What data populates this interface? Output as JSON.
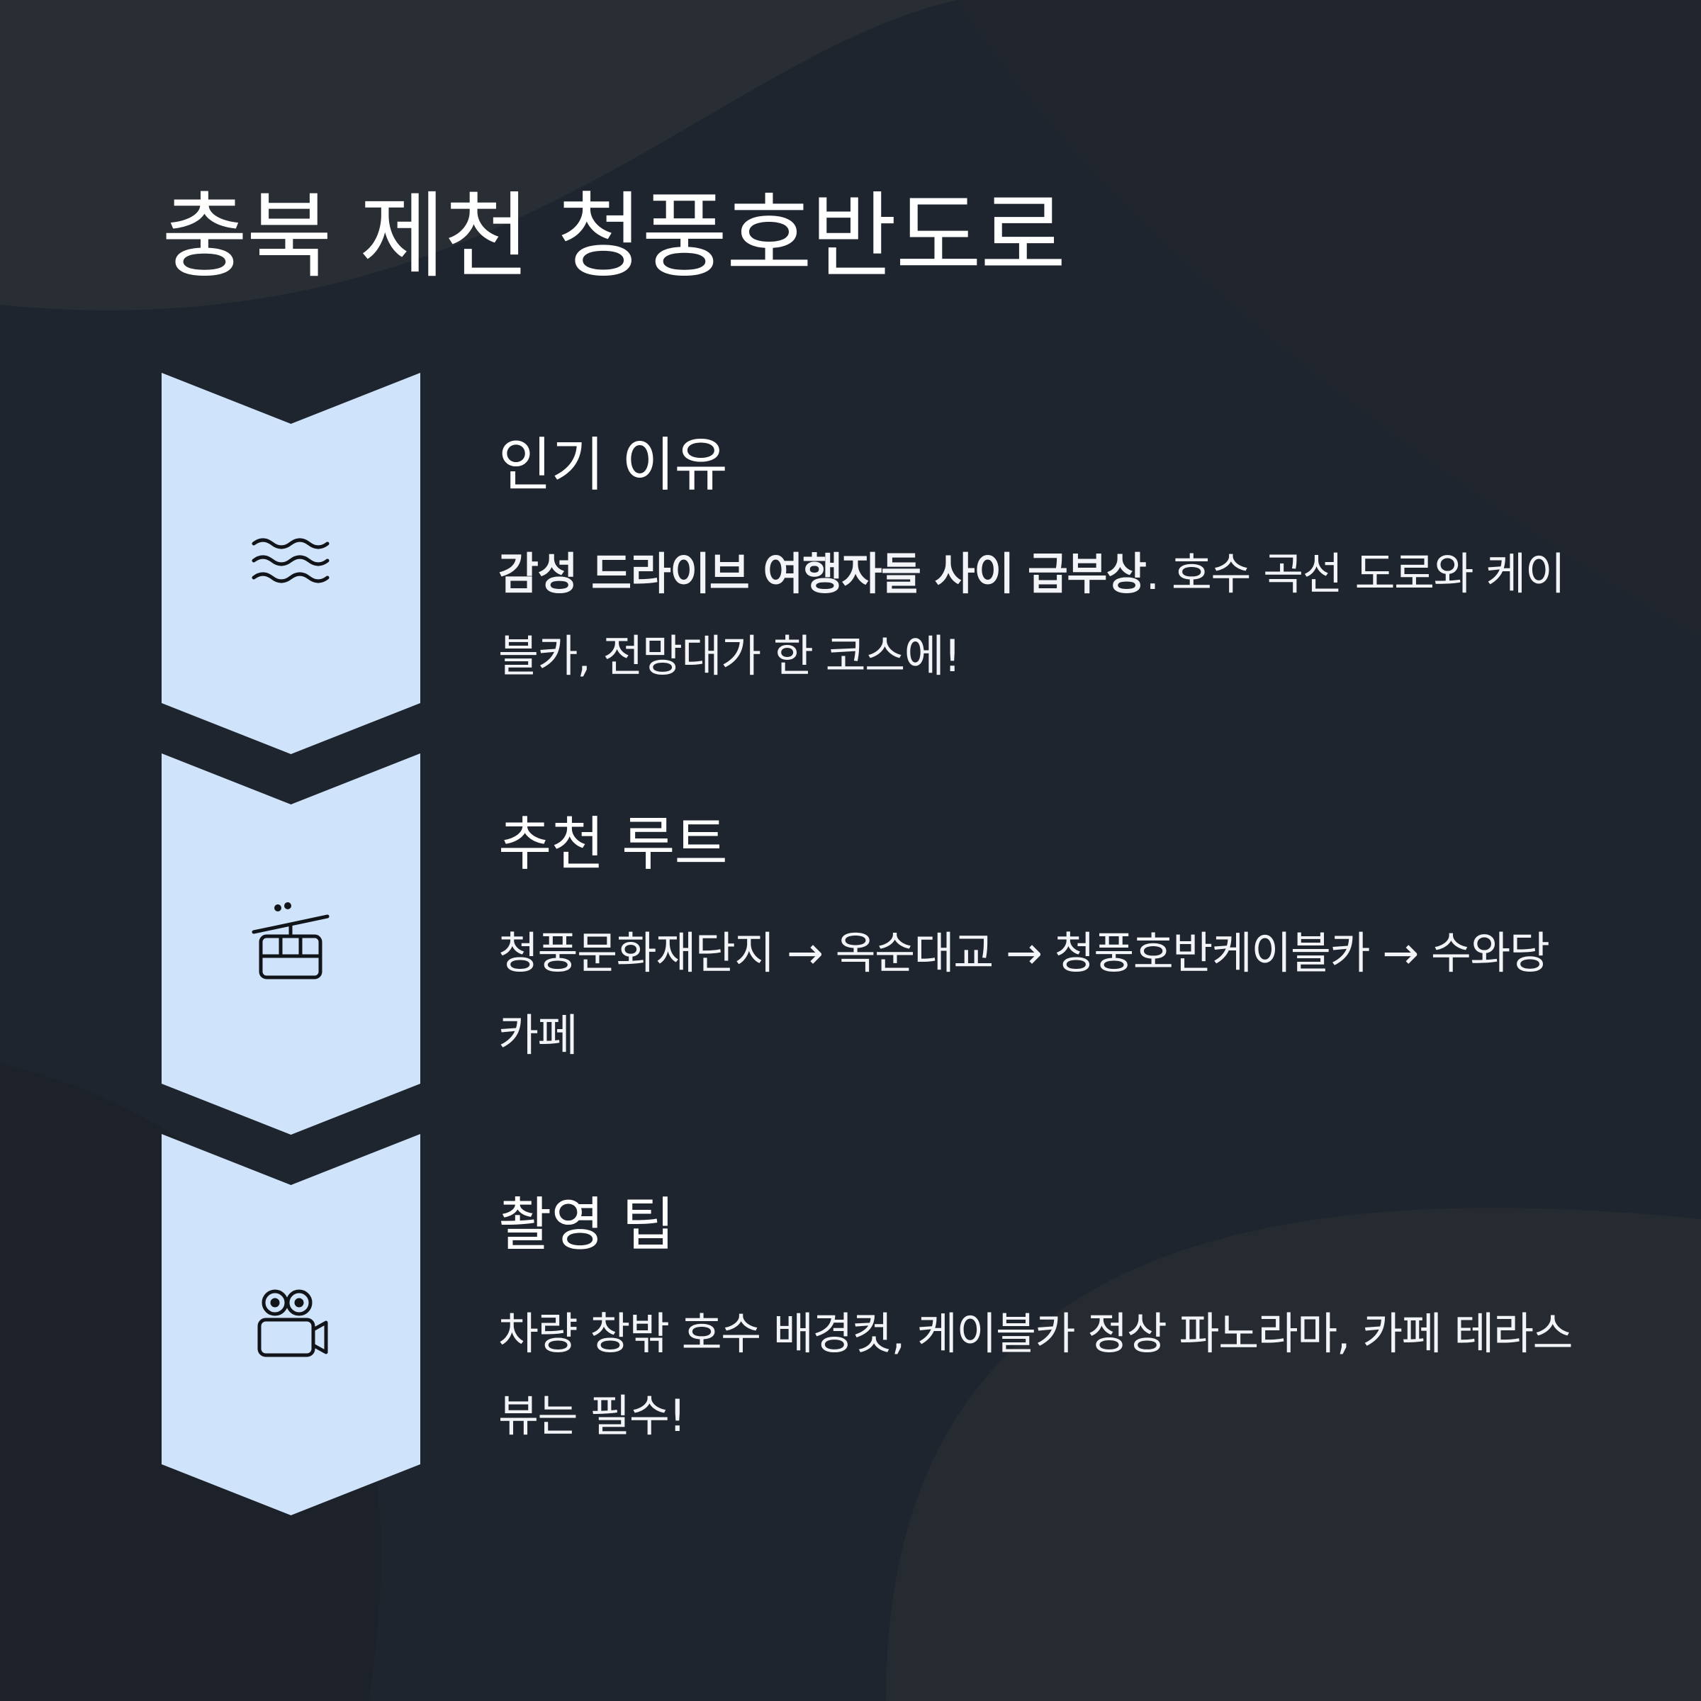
{
  "title": "충북 제천 청풍호반도로",
  "colors": {
    "background": "#1f252e",
    "chevron_fill": "#cfe4fb",
    "icon_stroke": "#111418",
    "text": "#ffffff"
  },
  "sections": [
    {
      "icon": "water-waves-icon",
      "heading": "인기 이유",
      "body_bold": "감성 드라이브 여행자들 사이 급부상",
      "body_rest": ". 호수 곡선 도로와 케이블카, 전망대가 한 코스에!"
    },
    {
      "icon": "cable-car-icon",
      "heading": "추천 루트",
      "body_bold": "",
      "body_rest": "청풍문화재단지 → 옥순대교 → 청풍호반케이블카 → 수와당 카페"
    },
    {
      "icon": "video-camera-icon",
      "heading": "촬영 팁",
      "body_bold": "",
      "body_rest": "차량 창밖 호수 배경컷, 케이블카 정상 파노라마, 카페 테라스뷰는 필수!"
    }
  ]
}
